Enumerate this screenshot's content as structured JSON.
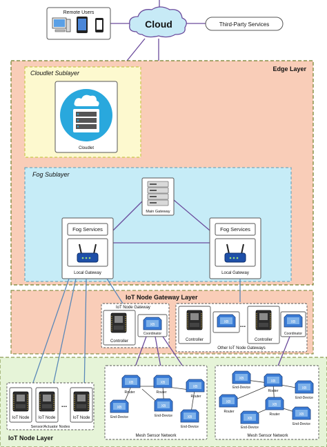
{
  "cloud": {
    "label": "Cloud"
  },
  "remote_users": {
    "label": "Remote Users"
  },
  "third_party": {
    "label": "Third-Party Services"
  },
  "edge_layer": {
    "title": "Edge Layer"
  },
  "cloudlet_sublayer": {
    "title": "Cloudlet Sublayer",
    "node_label": "Cloudlet"
  },
  "fog_sublayer": {
    "title": "Fog Sublayer"
  },
  "main_gateway": {
    "label": "Main Gateway"
  },
  "fog_left": {
    "services": "Fog Services",
    "gateway": "Local Gateway"
  },
  "fog_right": {
    "services": "Fog Services",
    "gateway": "Local Gateway"
  },
  "iot_gateway_layer": {
    "title": "IoT Node Gateway Layer",
    "gateway_box_title": "IoT Node Gateway",
    "controller": "Controller",
    "coordinator": "Coordinator",
    "other_gateways": {
      "label": "Other IoT Node Gateways",
      "controller": "Controller",
      "coordinator": "Coordinator",
      "ellipsis": "..."
    }
  },
  "iot_node_layer": {
    "title": "IoT Node Layer",
    "sensor_box": {
      "nodes": [
        "IoT Node",
        "IoT Node",
        "IoT Node"
      ],
      "ellipsis": "...",
      "label": "Sensor/Actuator Nodes"
    },
    "mesh_left": {
      "label": "Mesh Sensor Network",
      "routers": [
        "Router",
        "Router",
        "Router"
      ],
      "end_devices": [
        "End-Device",
        "End-Device",
        "End-Device"
      ]
    },
    "mesh_right": {
      "label": "Mesh Sensor Network",
      "routers": [
        "Router",
        "Router",
        "Router"
      ],
      "end_devices": [
        "End-Device",
        "End-Device",
        "End-Device",
        "End-Device"
      ]
    }
  },
  "colors": {
    "edge_fill": "#f9cdb8",
    "edge_border": "#6f7f2a",
    "cloudlet_fill": "#fdf9cf",
    "cloudlet_border": "#c9c94a",
    "fog_fill": "#c6ecf7",
    "fog_border": "#5a9ab5",
    "iot_node_fill": "#e6f4d8",
    "link_purple": "#6a4a9c",
    "cloud_fill": "#c7eaf6"
  }
}
